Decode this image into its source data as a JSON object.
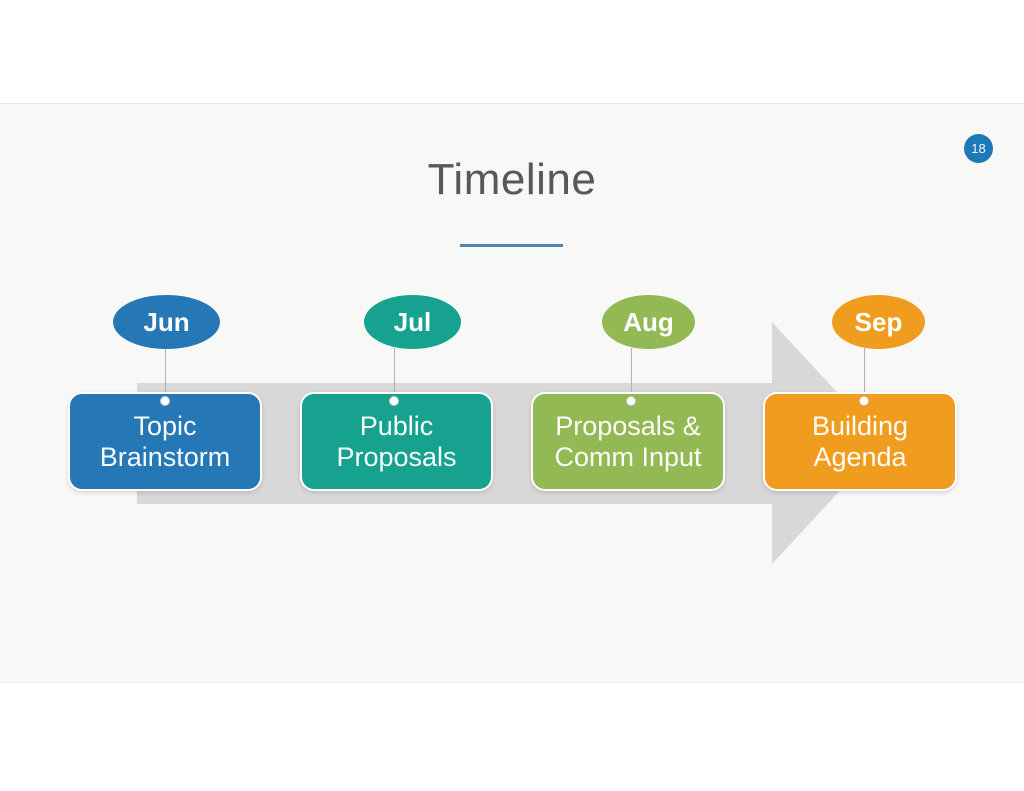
{
  "page": {
    "number": "18",
    "badge_color": "#1e79b8"
  },
  "slide": {
    "title": "Timeline",
    "title_color": "#57585a",
    "underline_color": "#4a87b4",
    "background_color": "#f8f8f7"
  },
  "timeline": {
    "arrow_color": "#d8d8d8",
    "connector_color": "#b0b0b0",
    "steps": [
      {
        "month": "Jun",
        "label": "Topic\nBrainstorm",
        "color": "#2577b6"
      },
      {
        "month": "Jul",
        "label": "Public\nProposals",
        "color": "#16a28e"
      },
      {
        "month": "Aug",
        "label": "Proposals &\nComm Input",
        "color": "#92b953"
      },
      {
        "month": "Sep",
        "label": "Building\nAgenda",
        "color": "#f09c1e"
      }
    ]
  }
}
